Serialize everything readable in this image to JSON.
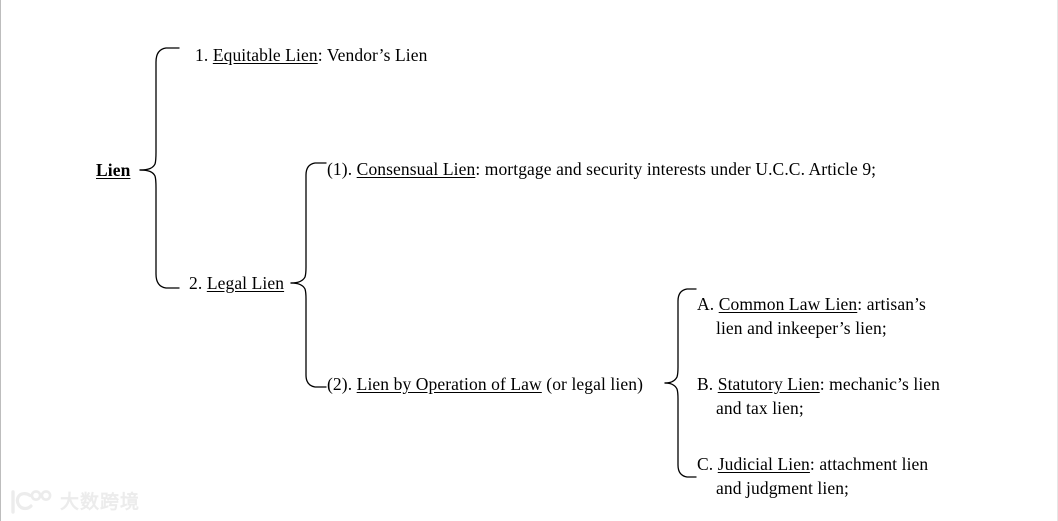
{
  "diagram": {
    "type": "tree-outline",
    "title_text": "Lien",
    "root": {
      "label": "Lien"
    },
    "level1": [
      {
        "number": "1.",
        "term": "Equitable Lien",
        "rest": ": Vendor’s Lien",
        "full": "1. Equitable Lien: Vendor’s Lien"
      },
      {
        "number": "2.",
        "term": "Legal Lien",
        "rest": "",
        "full": "2. Legal Lien"
      }
    ],
    "level2": [
      {
        "number": "(1).",
        "term": "Consensual Lien",
        "rest": ": mortgage and security interests under U.C.C. Article 9;",
        "full": "(1). Consensual Lien: mortgage and security interests under U.C.C. Article 9;"
      },
      {
        "number": "(2).",
        "term": "Lien by Operation of Law",
        "rest": " (or legal lien)",
        "full": "(2). Lien by Operation of Law (or legal lien)"
      }
    ],
    "level3": [
      {
        "number": "A.",
        "term": "Common Law Lien",
        "rest": ": artisan’s",
        "line2": "lien and inkeeper’s lien;",
        "full": "A. Common Law Lien: artisan’s lien and inkeeper’s lien;"
      },
      {
        "number": "B.",
        "term": "Statutory Lien",
        "rest": ": mechanic’s lien",
        "line2": "and tax lien;",
        "full": "B. Statutory Lien: mechanic’s lien and tax lien;"
      },
      {
        "number": "C.",
        "term": "Judicial Lien",
        "rest": ": attachment lien",
        "line2": "and judgment lien;",
        "full": "C. Judicial Lien: attachment lien and judgment lien;"
      }
    ],
    "colors": {
      "background": "#ffffff",
      "text": "#000000",
      "line": "#000000",
      "watermark": "#ececec"
    }
  },
  "watermark": {
    "logo_name": "ic-logo-icon",
    "text": "大数跨境"
  }
}
